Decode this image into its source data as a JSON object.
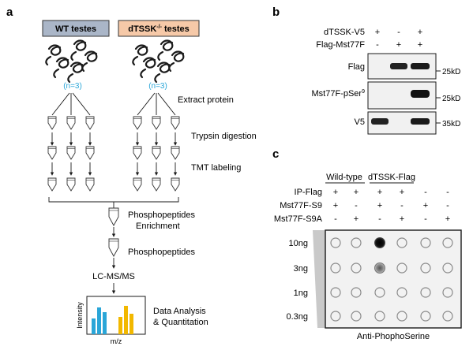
{
  "panel_a": {
    "letter": "a",
    "wt_label": "WT testes",
    "dtssk_label_prefix": "dTSSK",
    "dtssk_label_sup": "-/-",
    "dtssk_label_suffix": " testes",
    "n_label_left": "(n=3)",
    "n_label_right": "(n=3)",
    "steps": {
      "extract": "Extract protein",
      "trypsin": "Trypsin digestion",
      "tmt": "TMT labeling",
      "enrich_1": "Phosphopeptides",
      "enrich_2": "Enrichment",
      "phospho": "Phosphopeptides",
      "lcms": "LC-MS/MS",
      "analysis_1": "Data Analysis",
      "analysis_2": "& Quantitation"
    },
    "chart_axis_y": "Intensity",
    "chart_axis_x": "m/z",
    "colors": {
      "wt_box": "#aab6c8",
      "dtssk_box": "#f6c9a8",
      "n_label": "#2aa6d8",
      "bar_blue": "#2aa6d8",
      "bar_yellow": "#f2b800"
    }
  },
  "panel_b": {
    "letter": "b",
    "row_labels": [
      "dTSSK-V5",
      "Flag-Mst77F"
    ],
    "row_signs": [
      [
        "+",
        "-",
        "+"
      ],
      [
        "-",
        "+",
        "+"
      ]
    ],
    "blots": [
      {
        "label": "Flag",
        "size": "25kD"
      },
      {
        "label_prefix": "Mst77F-pSer",
        "label_sup": "9",
        "size": "25kD"
      },
      {
        "label": "V5",
        "size": "35kD"
      }
    ]
  },
  "panel_c": {
    "letter": "c",
    "group_wt": "Wild-type",
    "group_dtssk": "dTSSK-Flag",
    "row_labels": [
      "IP-Flag",
      "Mst77F-S9",
      "Mst77F-S9A"
    ],
    "row_signs": [
      [
        "+",
        "+",
        "+",
        "+",
        "-",
        "-"
      ],
      [
        "+",
        "-",
        "+",
        "-",
        "+",
        "-"
      ],
      [
        "-",
        "+",
        "-",
        "+",
        "-",
        "+"
      ]
    ],
    "amounts": [
      "10ng",
      "3ng",
      "1ng",
      "0.3ng"
    ],
    "footer": "Anti-PhophoSerine"
  }
}
